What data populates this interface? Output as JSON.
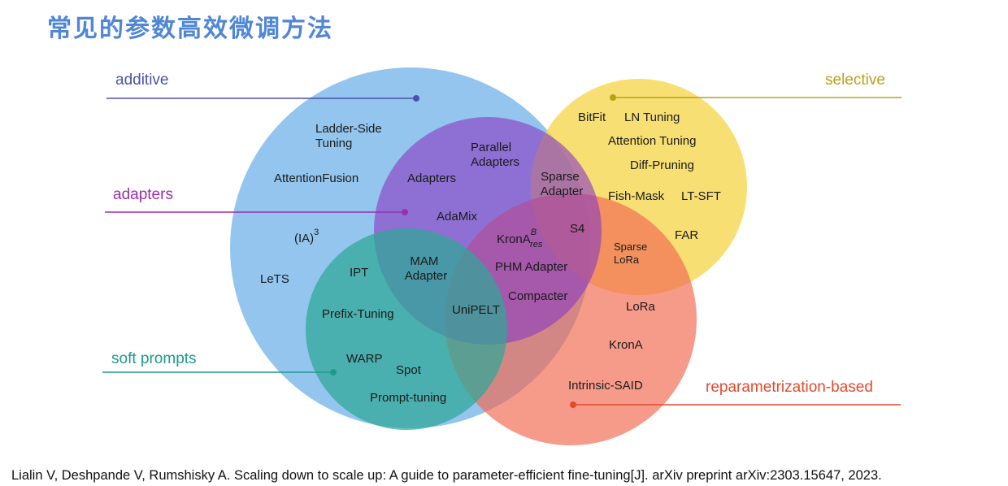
{
  "title": "常见的参数高效微调方法",
  "citation": "Lialin V, Deshpande V, Rumshisky A. Scaling down to scale up: A guide to parameter-efficient fine-tuning[J]. arXiv preprint arXiv:2303.15647, 2023.",
  "colors": {
    "additive": "#6aaee8",
    "adapters": "#8a3cc4",
    "selective": "#f5d444",
    "reparametrization": "#f26a52",
    "soft_prompts": "#2ea897",
    "additive_label": "#4a52a8",
    "adapters_label": "#9b2fae",
    "selective_label": "#b8a018",
    "reparametrization_label": "#e24a2e",
    "soft_prompts_label": "#1d9b8a"
  },
  "categories": {
    "additive": "additive",
    "adapters": "adapters",
    "selective": "selective",
    "soft_prompts": "soft prompts",
    "reparametrization": "reparametrization-based"
  },
  "methods": {
    "ladder_side": [
      "Ladder-Side",
      "Tuning"
    ],
    "attention_fusion": "AttentionFusion",
    "ia3_base": "(IA)",
    "ia3_sup": "3",
    "lets": "LeTS",
    "parallel_adapters": [
      "Parallel",
      "Adapters"
    ],
    "adapters": "Adapters",
    "adamix": "AdaMix",
    "sparse_adapter": [
      "Sparse",
      "Adapter"
    ],
    "s4": "S4",
    "krona_res_base": "KronA",
    "krona_res_sup": "B",
    "krona_res_sub": "res",
    "phm_adapter": "PHM Adapter",
    "compacter": "Compacter",
    "mam_adapter": [
      "MAM",
      "Adapter"
    ],
    "unipelt": "UniPELT",
    "ipt": "IPT",
    "prefix_tuning": "Prefix-Tuning",
    "warp": "WARP",
    "spot": "Spot",
    "prompt_tuning": "Prompt-tuning",
    "bitfit": "BitFit",
    "ln_tuning": "LN Tuning",
    "attention_tuning": "Attention Tuning",
    "diff_pruning": "Diff-Pruning",
    "fish_mask": "Fish-Mask",
    "lt_sft": "LT-SFT",
    "far": "FAR",
    "sparse_lora": [
      "Sparse",
      "LoRa"
    ],
    "lora": "LoRa",
    "krona": "KronA",
    "intrinsic_said": "Intrinsic-SAID"
  }
}
